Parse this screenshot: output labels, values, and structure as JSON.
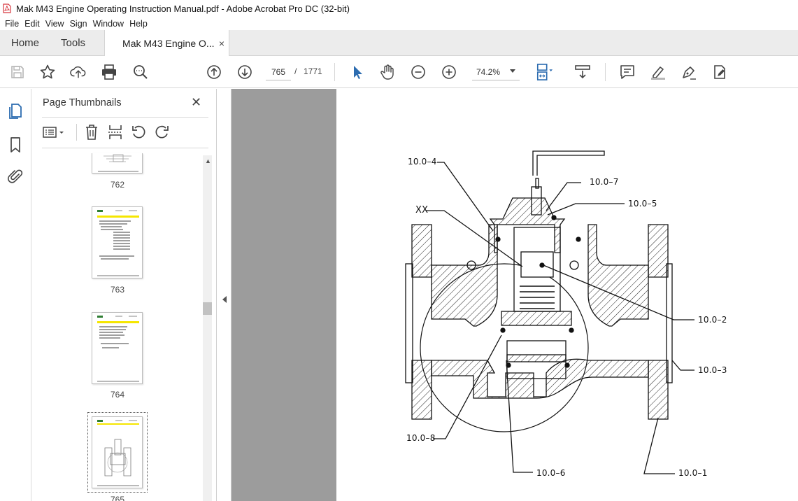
{
  "window": {
    "title": "Mak M43 Engine Operating Instruction Manual.pdf - Adobe Acrobat Pro DC (32-bit)"
  },
  "menu": [
    "File",
    "Edit",
    "View",
    "Sign",
    "Window",
    "Help"
  ],
  "tabs": {
    "home": "Home",
    "tools": "Tools",
    "document": "Mak M43 Engine O...",
    "close_glyph": "×"
  },
  "toolbar": {
    "current_page": "765",
    "page_separator": "/",
    "total_pages": "1771",
    "zoom": "74.2%"
  },
  "thumbnails_panel": {
    "title": "Page Thumbnails",
    "close_glyph": "✕",
    "pages": [
      {
        "label": "762"
      },
      {
        "label": "763"
      },
      {
        "label": "764"
      },
      {
        "label": "765",
        "selected": true
      }
    ]
  },
  "document": {
    "callouts": [
      "10.0–4",
      "10.0–7",
      "10.0–5",
      "XX",
      "10.0–2",
      "10.0–3",
      "10.0–8",
      "10.0–6",
      "10.0–1"
    ]
  },
  "colors": {
    "acrobat_red": "#d7373f",
    "icon_blue": "#2c6cb0",
    "canvas_grey": "#9c9c9c",
    "tab_bar_grey": "#ececec"
  }
}
